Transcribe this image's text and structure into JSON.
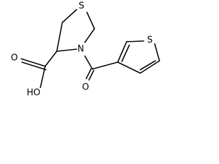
{
  "molecule": {
    "atoms": {
      "S1": "S",
      "N3": "N",
      "O_carbonyl": "O",
      "O_acid": "O",
      "OH": "HO",
      "S_thiophene": "S"
    }
  }
}
